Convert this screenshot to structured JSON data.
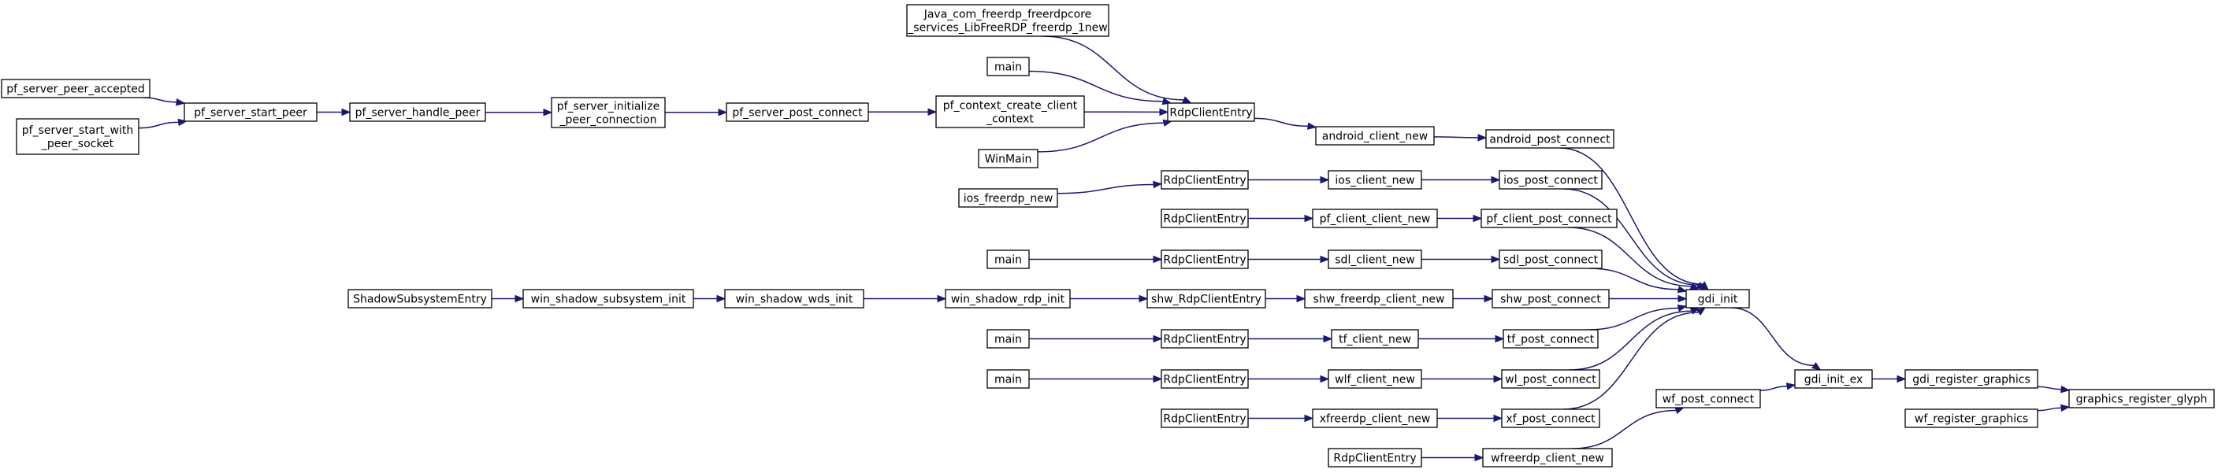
{
  "graph": {
    "colors": {
      "edge": "#191970",
      "node_border": "#000000",
      "highlight_border": "#ff0000",
      "focus_fill": "#bfbfbf",
      "node_fill": "#ffffff"
    },
    "nodes": [
      {
        "id": "peer_accepted",
        "lines": [
          "pf_server_peer_accepted"
        ],
        "style": "highlight"
      },
      {
        "id": "start_with_socket",
        "lines": [
          "pf_server_start_with",
          "_peer_socket"
        ],
        "style": "normal"
      },
      {
        "id": "start_peer",
        "lines": [
          "pf_server_start_peer"
        ],
        "style": "normal"
      },
      {
        "id": "handle_peer",
        "lines": [
          "pf_server_handle_peer"
        ],
        "style": "normal"
      },
      {
        "id": "initialize_peer",
        "lines": [
          "pf_server_initialize",
          "_peer_connection"
        ],
        "style": "normal"
      },
      {
        "id": "pf_server_post_connect",
        "lines": [
          "pf_server_post_connect"
        ],
        "style": "normal"
      },
      {
        "id": "pf_context_create",
        "lines": [
          "pf_context_create_client",
          "_context"
        ],
        "style": "normal"
      },
      {
        "id": "java_new",
        "lines": [
          "Java_com_freerdp_freerdpcore",
          "_services_LibFreeRDP_freerdp_1new"
        ],
        "style": "normal"
      },
      {
        "id": "main_top",
        "lines": [
          "main"
        ],
        "style": "normal"
      },
      {
        "id": "winmain",
        "lines": [
          "WinMain"
        ],
        "style": "normal"
      },
      {
        "id": "rdp_android",
        "lines": [
          "RdpClientEntry"
        ],
        "style": "normal"
      },
      {
        "id": "android_client_new",
        "lines": [
          "android_client_new"
        ],
        "style": "normal"
      },
      {
        "id": "android_post_connect",
        "lines": [
          "android_post_connect"
        ],
        "style": "normal"
      },
      {
        "id": "ios_freerdp_new",
        "lines": [
          "ios_freerdp_new"
        ],
        "style": "normal"
      },
      {
        "id": "rdp_ios",
        "lines": [
          "RdpClientEntry"
        ],
        "style": "normal"
      },
      {
        "id": "ios_client_new",
        "lines": [
          "ios_client_new"
        ],
        "style": "normal"
      },
      {
        "id": "ios_post_connect",
        "lines": [
          "ios_post_connect"
        ],
        "style": "normal"
      },
      {
        "id": "rdp_pf",
        "lines": [
          "RdpClientEntry"
        ],
        "style": "normal"
      },
      {
        "id": "pf_client_client_new",
        "lines": [
          "pf_client_client_new"
        ],
        "style": "normal"
      },
      {
        "id": "pf_client_post_connect",
        "lines": [
          "pf_client_post_connect"
        ],
        "style": "normal"
      },
      {
        "id": "main_sdl",
        "lines": [
          "main"
        ],
        "style": "normal"
      },
      {
        "id": "rdp_sdl",
        "lines": [
          "RdpClientEntry"
        ],
        "style": "normal"
      },
      {
        "id": "sdl_client_new",
        "lines": [
          "sdl_client_new"
        ],
        "style": "normal"
      },
      {
        "id": "sdl_post_connect",
        "lines": [
          "sdl_post_connect"
        ],
        "style": "normal"
      },
      {
        "id": "shadow_entry",
        "lines": [
          "ShadowSubsystemEntry"
        ],
        "style": "normal"
      },
      {
        "id": "win_shadow_subsystem_init",
        "lines": [
          "win_shadow_subsystem_init"
        ],
        "style": "normal"
      },
      {
        "id": "win_shadow_wds_init",
        "lines": [
          "win_shadow_wds_init"
        ],
        "style": "normal"
      },
      {
        "id": "win_shadow_rdp_init",
        "lines": [
          "win_shadow_rdp_init"
        ],
        "style": "normal"
      },
      {
        "id": "shw_rdp_entry",
        "lines": [
          "shw_RdpClientEntry"
        ],
        "style": "normal"
      },
      {
        "id": "shw_freerdp_client_new",
        "lines": [
          "shw_freerdp_client_new"
        ],
        "style": "normal"
      },
      {
        "id": "shw_post_connect",
        "lines": [
          "shw_post_connect"
        ],
        "style": "normal"
      },
      {
        "id": "main_tf",
        "lines": [
          "main"
        ],
        "style": "normal"
      },
      {
        "id": "rdp_tf",
        "lines": [
          "RdpClientEntry"
        ],
        "style": "normal"
      },
      {
        "id": "tf_client_new",
        "lines": [
          "tf_client_new"
        ],
        "style": "normal"
      },
      {
        "id": "tf_post_connect",
        "lines": [
          "tf_post_connect"
        ],
        "style": "normal"
      },
      {
        "id": "main_wlf",
        "lines": [
          "main"
        ],
        "style": "normal"
      },
      {
        "id": "rdp_wlf",
        "lines": [
          "RdpClientEntry"
        ],
        "style": "normal"
      },
      {
        "id": "wlf_client_new",
        "lines": [
          "wlf_client_new"
        ],
        "style": "normal"
      },
      {
        "id": "wl_post_connect",
        "lines": [
          "wl_post_connect"
        ],
        "style": "normal"
      },
      {
        "id": "rdp_xf",
        "lines": [
          "RdpClientEntry"
        ],
        "style": "normal"
      },
      {
        "id": "xfreerdp_client_new",
        "lines": [
          "xfreerdp_client_new"
        ],
        "style": "normal"
      },
      {
        "id": "xf_post_connect",
        "lines": [
          "xf_post_connect"
        ],
        "style": "normal"
      },
      {
        "id": "rdp_wf",
        "lines": [
          "RdpClientEntry"
        ],
        "style": "normal"
      },
      {
        "id": "wfreerdp_client_new",
        "lines": [
          "wfreerdp_client_new"
        ],
        "style": "normal"
      },
      {
        "id": "wf_post_connect",
        "lines": [
          "wf_post_connect"
        ],
        "style": "normal"
      },
      {
        "id": "gdi_init",
        "lines": [
          "gdi_init"
        ],
        "style": "normal"
      },
      {
        "id": "gdi_init_ex",
        "lines": [
          "gdi_init_ex"
        ],
        "style": "normal"
      },
      {
        "id": "gdi_register_graphics",
        "lines": [
          "gdi_register_graphics"
        ],
        "style": "normal"
      },
      {
        "id": "wf_register_graphics",
        "lines": [
          "wf_register_graphics"
        ],
        "style": "normal"
      },
      {
        "id": "graphics_register_glyph",
        "lines": [
          "graphics_register_glyph"
        ],
        "style": "focus"
      }
    ],
    "edges": [
      {
        "from": "peer_accepted",
        "to": "start_peer"
      },
      {
        "from": "start_with_socket",
        "to": "start_peer"
      },
      {
        "from": "start_peer",
        "to": "handle_peer"
      },
      {
        "from": "handle_peer",
        "to": "initialize_peer"
      },
      {
        "from": "initialize_peer",
        "to": "pf_server_post_connect"
      },
      {
        "from": "pf_server_post_connect",
        "to": "pf_context_create"
      },
      {
        "from": "pf_context_create",
        "to": "rdp_android"
      },
      {
        "from": "java_new",
        "to": "rdp_android"
      },
      {
        "from": "main_top",
        "to": "rdp_android"
      },
      {
        "from": "winmain",
        "to": "rdp_android"
      },
      {
        "from": "rdp_android",
        "to": "android_client_new"
      },
      {
        "from": "android_client_new",
        "to": "android_post_connect"
      },
      {
        "from": "ios_freerdp_new",
        "to": "rdp_ios"
      },
      {
        "from": "rdp_ios",
        "to": "ios_client_new"
      },
      {
        "from": "ios_client_new",
        "to": "ios_post_connect"
      },
      {
        "from": "rdp_pf",
        "to": "pf_client_client_new"
      },
      {
        "from": "pf_client_client_new",
        "to": "pf_client_post_connect"
      },
      {
        "from": "main_sdl",
        "to": "rdp_sdl"
      },
      {
        "from": "rdp_sdl",
        "to": "sdl_client_new"
      },
      {
        "from": "sdl_client_new",
        "to": "sdl_post_connect"
      },
      {
        "from": "shadow_entry",
        "to": "win_shadow_subsystem_init"
      },
      {
        "from": "win_shadow_subsystem_init",
        "to": "win_shadow_wds_init"
      },
      {
        "from": "win_shadow_wds_init",
        "to": "win_shadow_rdp_init"
      },
      {
        "from": "win_shadow_rdp_init",
        "to": "shw_rdp_entry"
      },
      {
        "from": "shw_rdp_entry",
        "to": "shw_freerdp_client_new"
      },
      {
        "from": "shw_freerdp_client_new",
        "to": "shw_post_connect"
      },
      {
        "from": "main_tf",
        "to": "rdp_tf"
      },
      {
        "from": "rdp_tf",
        "to": "tf_client_new"
      },
      {
        "from": "tf_client_new",
        "to": "tf_post_connect"
      },
      {
        "from": "main_wlf",
        "to": "rdp_wlf"
      },
      {
        "from": "rdp_wlf",
        "to": "wlf_client_new"
      },
      {
        "from": "wlf_client_new",
        "to": "wl_post_connect"
      },
      {
        "from": "rdp_xf",
        "to": "xfreerdp_client_new"
      },
      {
        "from": "xfreerdp_client_new",
        "to": "xf_post_connect"
      },
      {
        "from": "rdp_wf",
        "to": "wfreerdp_client_new"
      },
      {
        "from": "wfreerdp_client_new",
        "to": "wf_post_connect"
      },
      {
        "from": "android_post_connect",
        "to": "gdi_init"
      },
      {
        "from": "ios_post_connect",
        "to": "gdi_init"
      },
      {
        "from": "pf_client_post_connect",
        "to": "gdi_init"
      },
      {
        "from": "sdl_post_connect",
        "to": "gdi_init"
      },
      {
        "from": "shw_post_connect",
        "to": "gdi_init"
      },
      {
        "from": "tf_post_connect",
        "to": "gdi_init"
      },
      {
        "from": "wl_post_connect",
        "to": "gdi_init"
      },
      {
        "from": "xf_post_connect",
        "to": "gdi_init"
      },
      {
        "from": "gdi_init",
        "to": "gdi_init_ex"
      },
      {
        "from": "wf_post_connect",
        "to": "gdi_init_ex"
      },
      {
        "from": "gdi_init_ex",
        "to": "gdi_register_graphics"
      },
      {
        "from": "gdi_register_graphics",
        "to": "graphics_register_glyph"
      },
      {
        "from": "wf_register_graphics",
        "to": "graphics_register_glyph"
      }
    ]
  }
}
